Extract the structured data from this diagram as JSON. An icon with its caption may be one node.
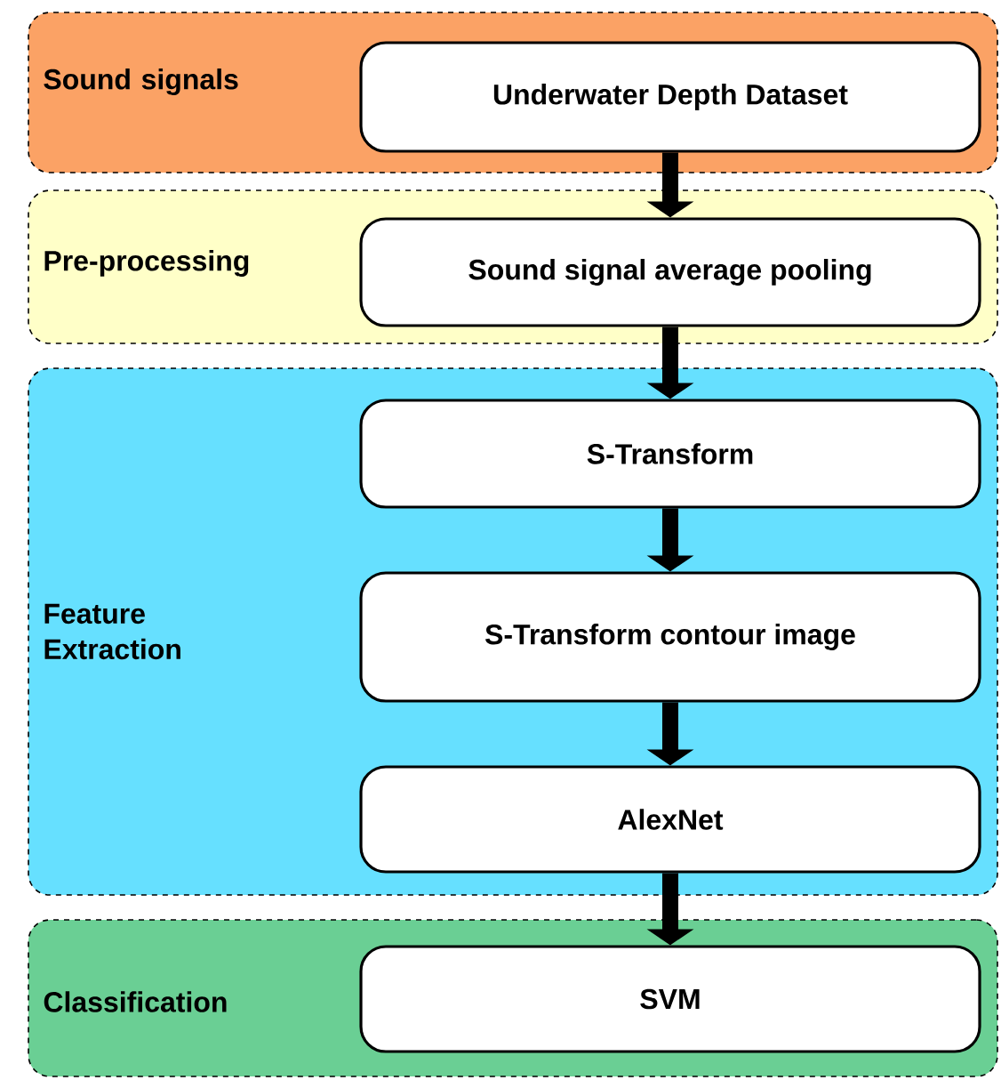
{
  "diagram": {
    "nodes": [
      {
        "text": [
          "Sound signals"
        ]
      },
      {
        "text": [
          "Underwater Depth Dataset"
        ],
        "in": 0
      },
      {
        "text": [
          "Pre-processing"
        ]
      },
      {
        "text": [
          "Sound signal average pooling"
        ],
        "in": 2
      },
      {
        "text": [
          "Feature Extraction"
        ]
      },
      {
        "text": [
          "S-Transform"
        ],
        "in": 4
      },
      {
        "text": [
          "S-Transform contour image"
        ],
        "in": 4
      },
      {
        "text": [
          "AlexNet"
        ],
        "in": 4
      },
      {
        "text": [
          "Classification"
        ]
      },
      {
        "text": [
          "SVM"
        ],
        "in": 8
      }
    ],
    "edges": [
      {
        "from": 1,
        "to": 3,
        "arrow": "to"
      },
      {
        "from": 3,
        "to": 5,
        "arrow": "to"
      },
      {
        "from": 5,
        "to": 6,
        "arrow": "to"
      },
      {
        "from": 6,
        "to": 7,
        "arrow": "to"
      },
      {
        "from": 7,
        "to": 9,
        "arrow": "to"
      }
    ]
  }
}
